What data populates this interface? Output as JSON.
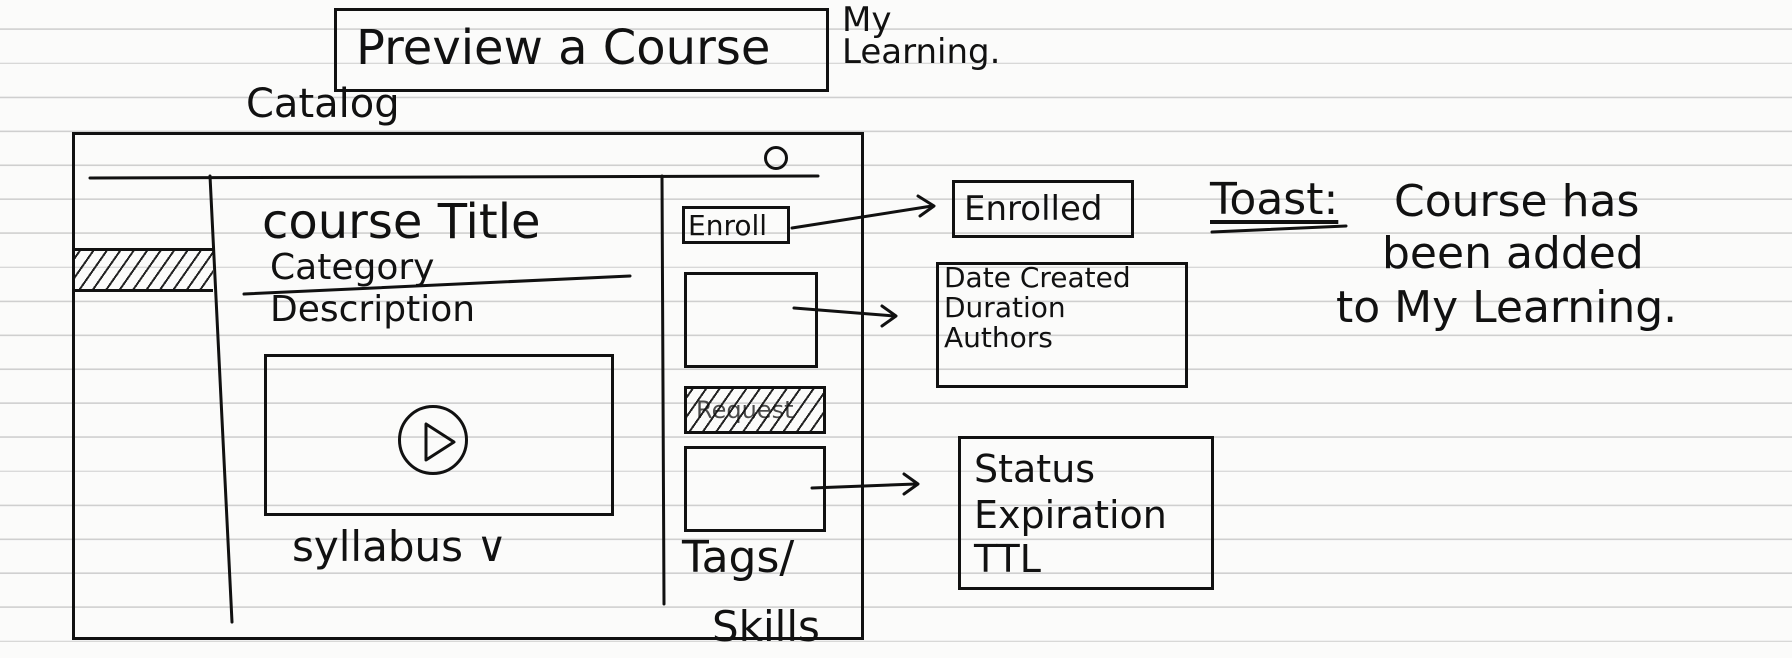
{
  "header": {
    "title": "Preview a Course",
    "side_note": "My Learning."
  },
  "window": {
    "catalog_label": "Catalog"
  },
  "content": {
    "course_title": "course Title",
    "category": "Category",
    "description": "Description",
    "syllabus": "syllabus ∨"
  },
  "sidebar": {
    "enroll_label": "Enroll",
    "request_label": "Request",
    "tags_label": "Tags/",
    "skills_label": "Skills"
  },
  "annotations": {
    "enrolled_label": "Enrolled",
    "details_lines": [
      "Date Created",
      "Duration",
      "Authors"
    ],
    "status_lines": [
      "Status",
      "Expiration",
      "TTL"
    ],
    "toast_prefix": "Toast:",
    "toast_message": [
      "Course has",
      "been added",
      "to My Learning."
    ]
  }
}
